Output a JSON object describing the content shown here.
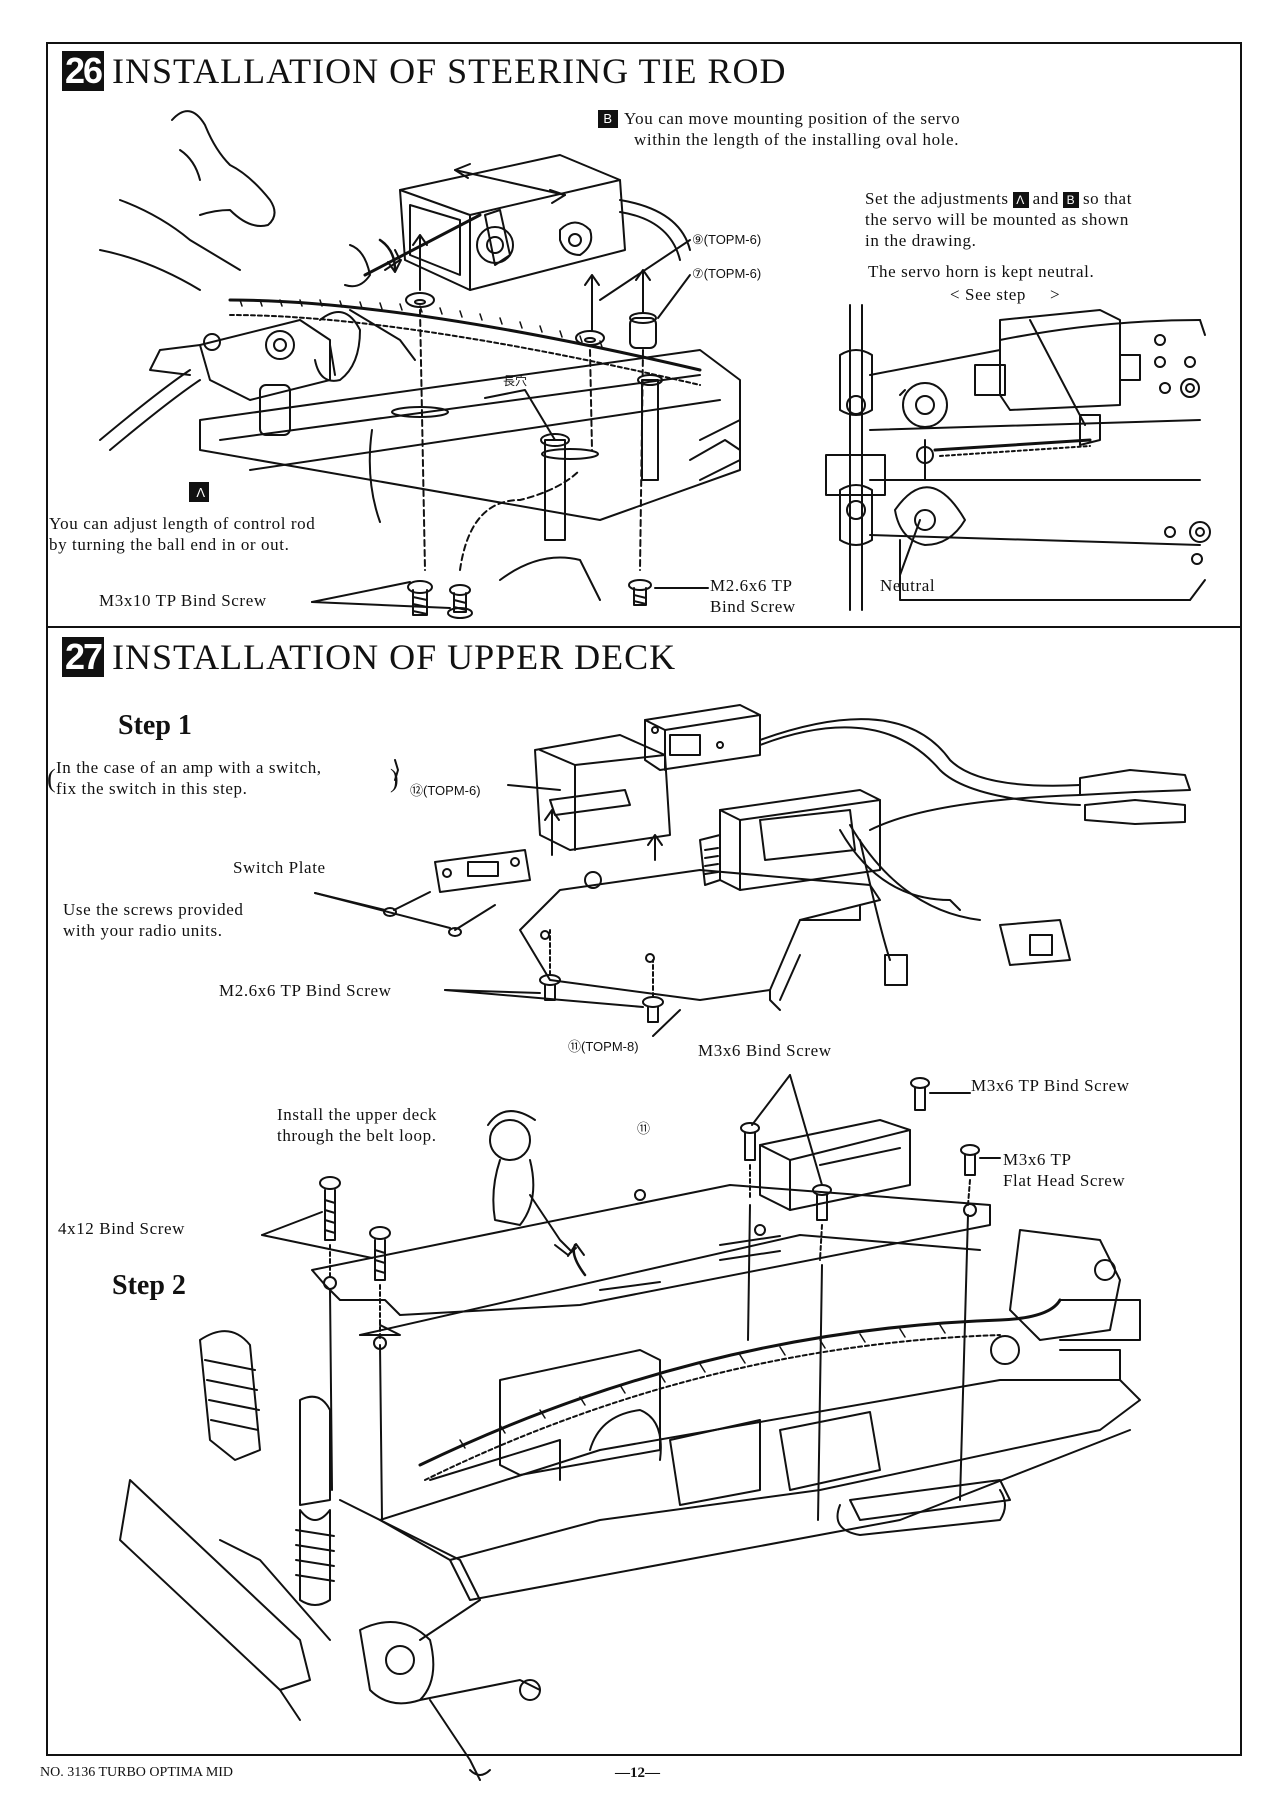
{
  "section26": {
    "number": "26",
    "title": "INSTALLATION OF STEERING TIE ROD",
    "note_b_badge": "B",
    "note_b_line1": "You can move mounting position of the servo",
    "note_b_line2": "within the length of the installing oval hole.",
    "part_101": "⑨(TOPM-6)",
    "part_117": "⑦(TOPM-6)",
    "oval_label": "長穴",
    "adjust_line1_a": "Set the adjustments",
    "adjust_badge_a": "Λ",
    "adjust_and": "and",
    "adjust_badge_b": "B",
    "adjust_line1_b": "so that",
    "adjust_line2": "the servo will be mounted as shown",
    "adjust_line3": "in the drawing.",
    "horn_line": "The servo horn is kept neutral.",
    "see_step": "< See step",
    "see_step_badge": "",
    "see_step_end": ">",
    "note_a_badge": "Λ",
    "note_a_line1": "You can adjust length of control rod",
    "note_a_line2": "by turning the ball end in or out.",
    "screw_m3x10": "M3x10 TP Bind Screw",
    "screw_m26_line1": "M2.6x6 TP",
    "screw_m26_line2": "Bind Screw",
    "neutral": "Neutral"
  },
  "section27": {
    "number": "27",
    "title": "INSTALLATION OF UPPER DECK",
    "step1": "Step 1",
    "amp_line1": "In the case of an amp with a switch,",
    "amp_line2": "fix the switch in this step.",
    "part_103": "⑫(TOPM-6)",
    "switch_plate": "Switch Plate",
    "screws_line1": "Use the screws provided",
    "screws_line2": "with your radio units.",
    "m26_bind": "M2.6x6 TP Bind Screw",
    "part_102": "⑪(TOPM-8)",
    "m3x6_bind": "M3x6 Bind Screw",
    "m3x6_tp_bind": "M3x6 TP Bind Screw",
    "install_line1": "Install the upper deck",
    "install_line2": "through the belt loop.",
    "deck_ref": "⑪",
    "flat_line1": "M3x6 TP",
    "flat_line2": "Flat Head Screw",
    "bind_4x12": "4x12 Bind Screw",
    "step2": "Step 2"
  },
  "footer": {
    "model": "NO. 3136 TURBO OPTIMA MID",
    "page": "—12—"
  }
}
